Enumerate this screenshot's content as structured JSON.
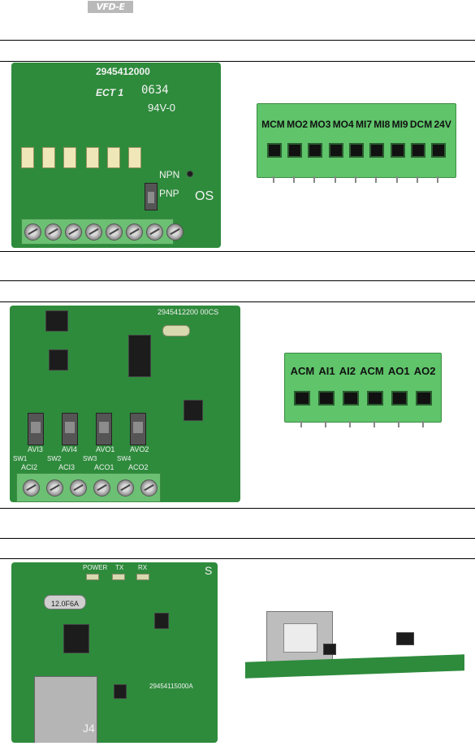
{
  "header": {
    "logo_text": "VFD-E"
  },
  "cards": {
    "relay_card": {
      "silk_code": "2945412000",
      "silk_model": "ECT 1",
      "silk_date": "0634",
      "silk_rating": "94V-0",
      "silk_npn": "NPN",
      "silk_pnp": "PNP",
      "silk_os": "OS"
    },
    "relay_terminal": {
      "labels": [
        "MCM",
        "MO2",
        "MO3",
        "MO4",
        "MI7",
        "MI8",
        "MI9",
        "DCM",
        "24V"
      ]
    },
    "analog_card": {
      "silk_code": "2945412200 00CS",
      "switch_labels": [
        "SW1",
        "SW2",
        "SW3",
        "SW4"
      ],
      "avi_labels": [
        "AVI3",
        "AVI4",
        "AVO1",
        "AVO2"
      ],
      "aci_labels": [
        "ACI2",
        "ACI3",
        "ACO1",
        "ACO2"
      ]
    },
    "analog_terminal": {
      "labels": [
        "ACM",
        "AI1",
        "AI2",
        "ACM",
        "AO1",
        "AO2"
      ]
    },
    "usb_card": {
      "silk_power": "POWER",
      "silk_tx": "TX",
      "silk_rx": "RX",
      "silk_crystal": "12.0F6A",
      "silk_code": "29454115000A",
      "silk_j4": "J4",
      "silk_s": "S"
    }
  }
}
